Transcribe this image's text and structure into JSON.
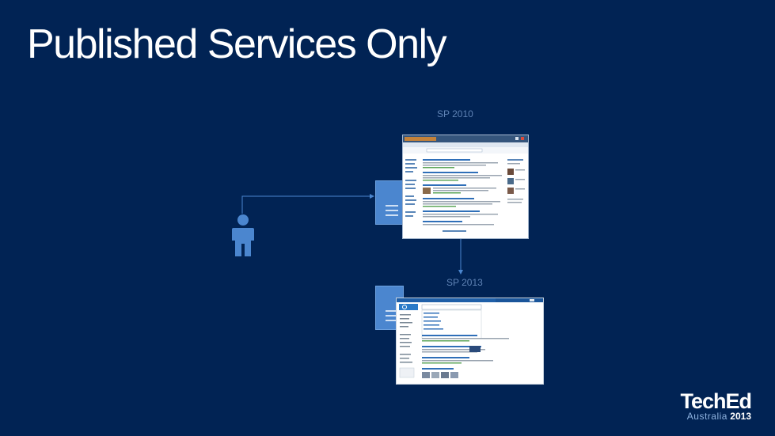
{
  "slide": {
    "title": "Published Services Only"
  },
  "labels": {
    "sp2010": "SP 2010",
    "sp2013": "SP 2013"
  },
  "brand": {
    "name": "TechEd",
    "location": "Australia",
    "year": "2013"
  },
  "icons": {
    "user": "person-icon",
    "server_2010": "server-icon",
    "server_2013": "server-icon"
  },
  "colors": {
    "background": "#012354",
    "accent": "#4b86cf",
    "label": "#5f83b5"
  }
}
